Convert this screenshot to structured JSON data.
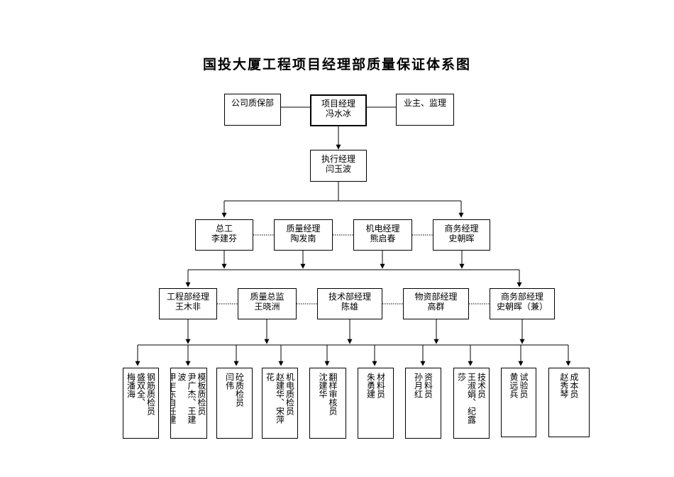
{
  "title": "国投大厦工程项目经理部质量保证体系图",
  "top_row": {
    "company_qa": "公司质保部",
    "pm_title": "项目经理",
    "pm_name": "冯水冰",
    "owner": "业主、监理"
  },
  "executive": {
    "title": "执行经理",
    "name": "闫玉波"
  },
  "managers": [
    {
      "title": "总工",
      "name": "李建芬"
    },
    {
      "title": "质量经理",
      "name": "陶发南"
    },
    {
      "title": "机电经理",
      "name": "熊启春"
    },
    {
      "title": "商务经理",
      "name": "史朝晖"
    }
  ],
  "departments": [
    {
      "title": "工程部经理",
      "name": "王木非"
    },
    {
      "title": "质量总监",
      "name": "王晓洲"
    },
    {
      "title": "技术部经理",
      "name": "陈雄"
    },
    {
      "title": "物资部经理",
      "name": "高群"
    },
    {
      "title": "商务部经理",
      "name": "史朝晖（兼）"
    }
  ],
  "staff": [
    {
      "text": "钢筋质检员\n盛双全、\n梅潘海"
    },
    {
      "text": "模板质检员\n尹广杰、王建\n波\n甲乍东自任建"
    },
    {
      "text": "砼质检员\n闫伟"
    },
    {
      "text": "机电质检员\n赵建华、宋萍\n花"
    },
    {
      "text": "翻样审核员\n沈建华"
    },
    {
      "text": "材料员\n朱勇建"
    },
    {
      "text": "资料员\n孙月红"
    },
    {
      "text": "技术员\n王淑娟、纪露\n莎"
    },
    {
      "text": "试验员\n黄远兵"
    },
    {
      "text": "成本员\n赵秀琴"
    }
  ]
}
